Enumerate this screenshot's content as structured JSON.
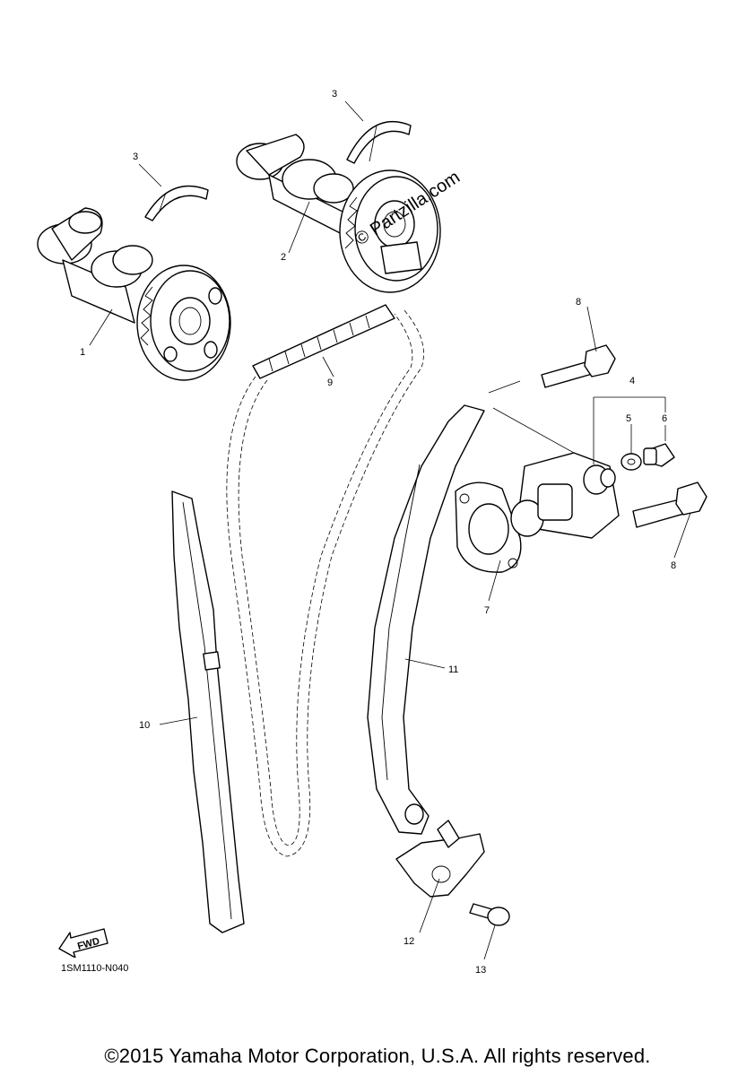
{
  "watermark": "© Partzilla.com",
  "diagram_code": "1SM1110-N040",
  "direction_label": "FWD",
  "copyright": "©2015 Yamaha Motor Corporation, U.S.A. All rights reserved.",
  "callouts": {
    "c1": "1",
    "c2": "2",
    "c3a": "3",
    "c3b": "3",
    "c4": "4",
    "c5": "5",
    "c6": "6",
    "c7": "7",
    "c8a": "8",
    "c8b": "8",
    "c9": "9",
    "c10": "10",
    "c11": "11",
    "c12": "12",
    "c13": "13"
  }
}
